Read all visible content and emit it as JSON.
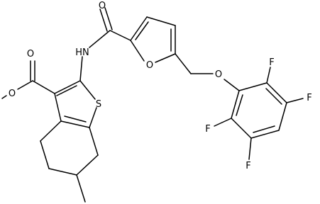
{
  "molecule": {
    "atoms": {
      "carbonyl_o_top": "O",
      "amide_nh": "HN",
      "ester_o_carbonyl": "O",
      "ester_o_methoxy": "O",
      "thiophene_s": "S",
      "furan_o": "O",
      "ether_o": "O",
      "f_upper": "F",
      "f_right": "F",
      "f_left": "F",
      "f_lower": "F"
    }
  },
  "colors": {
    "bond": "#000000",
    "label": "#000000",
    "background": "#ffffff"
  }
}
